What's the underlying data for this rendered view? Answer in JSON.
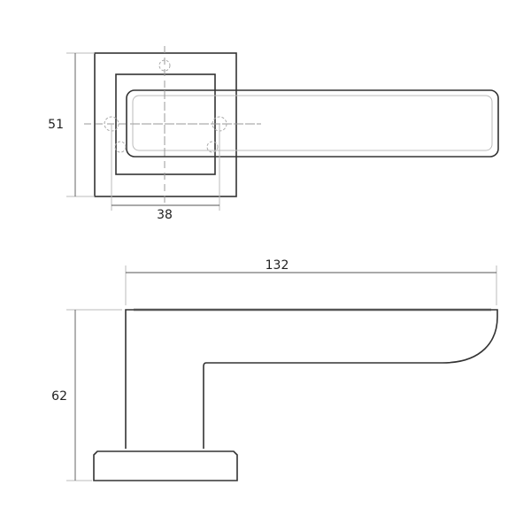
{
  "drawing": {
    "top_view": {
      "dim_height": "51",
      "dim_hole_spacing": "38"
    },
    "side_view": {
      "dim_length": "132",
      "dim_height": "62"
    }
  }
}
